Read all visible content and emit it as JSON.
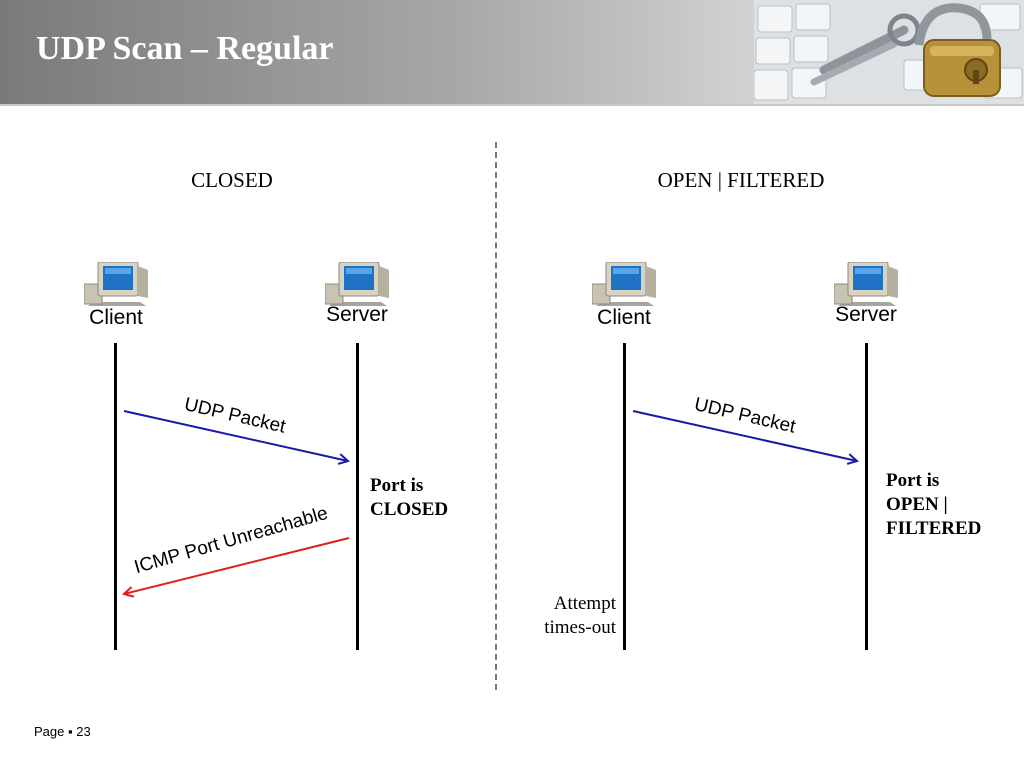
{
  "slide": {
    "title": "UDP Scan – Regular",
    "footer": {
      "page_label": "Page",
      "separator": "▪",
      "page_number": "23"
    }
  },
  "diagrams": [
    {
      "heading": "CLOSED",
      "client_label": "Client",
      "server_label": "Server",
      "messages": [
        {
          "label": "UDP Packet",
          "direction": "client-to-server",
          "color": "#1a1aa6"
        },
        {
          "label": "ICMP Port Unreachable",
          "direction": "server-to-client",
          "color": "#e01c1c"
        }
      ],
      "server_state": [
        "Port is",
        "CLOSED"
      ]
    },
    {
      "heading": "OPEN | FILTERED",
      "client_label": "Client",
      "server_label": "Server",
      "messages": [
        {
          "label": "UDP Packet",
          "direction": "client-to-server",
          "color": "#1a1aa6"
        }
      ],
      "server_state": [
        "Port is",
        "OPEN |",
        "FILTERED"
      ],
      "client_note": [
        "Attempt",
        "times-out"
      ]
    }
  ],
  "icons": {
    "computer": "computer-icon",
    "header_image": "padlock-keyboard-image"
  },
  "colors": {
    "udp_arrow": "#1a1aa6",
    "icmp_arrow": "#e01c1c",
    "lifeline": "#000000",
    "divider": "#777777"
  }
}
